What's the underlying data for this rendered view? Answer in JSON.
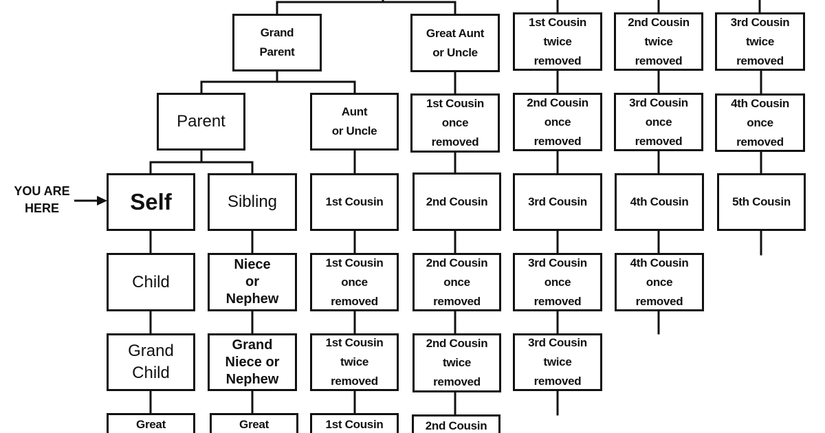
{
  "pointer": {
    "label": "YOU ARE\nHERE"
  },
  "boxes": {
    "grand_parent": "Grand\nParent",
    "great_aunt_uncle": "Great Aunt\nor Uncle",
    "c1_twice_top": "1st Cousin\ntwice\nremoved",
    "c2_twice_top": "2nd Cousin\ntwice\nremoved",
    "c3_twice_top": "3rd Cousin\ntwice\nremoved",
    "parent": "Parent",
    "aunt_uncle": "Aunt\nor Uncle",
    "c1_once_up": "1st Cousin\nonce\nremoved",
    "c2_once_up": "2nd Cousin\nonce\nremoved",
    "c3_once_up": "3rd Cousin\nonce\nremoved",
    "c4_once_up": "4th Cousin\nonce\nremoved",
    "self": "Self",
    "sibling": "Sibling",
    "cousin_1": "1st Cousin",
    "cousin_2": "2nd Cousin",
    "cousin_3": "3rd Cousin",
    "cousin_4": "4th Cousin",
    "cousin_5": "5th Cousin",
    "child": "Child",
    "niece_nephew": "Niece\nor\nNephew",
    "c1_once_down": "1st Cousin\nonce\nremoved",
    "c2_once_down": "2nd Cousin\nonce\nremoved",
    "c3_once_down": "3rd Cousin\nonce\nremoved",
    "c4_once_down": "4th Cousin\nonce\nremoved",
    "grand_child": "Grand\nChild",
    "grand_niece_nephew": "Grand\nNiece or\nNephew",
    "c1_twice_down": "1st Cousin\ntwice\nremoved",
    "c2_twice_down": "2nd Cousin\ntwice\nremoved",
    "c3_twice_down": "3rd Cousin\ntwice\nremoved",
    "great_grand_child": "Great",
    "great_grand_niece": "Great",
    "c1_thrice_down": "1st Cousin",
    "c2_thrice_down": "2nd Cousin"
  }
}
